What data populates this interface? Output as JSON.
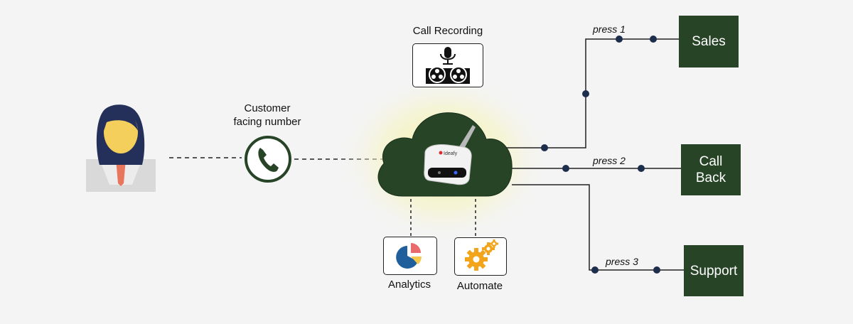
{
  "caller": {
    "label_line1": "Customer",
    "label_line2": "facing number"
  },
  "recording": {
    "label": "Call Recording"
  },
  "device": {
    "brand": "Ideafy"
  },
  "analytics": {
    "label": "Analytics"
  },
  "automate": {
    "label": "Automate"
  },
  "routes": [
    {
      "press_label": "press 1",
      "destination": "Sales"
    },
    {
      "press_label": "press 2",
      "destination_line1": "Call",
      "destination_line2": "Back"
    },
    {
      "press_label": "press 3",
      "destination": "Support"
    }
  ],
  "colors": {
    "dark_green": "#274427",
    "line": "#222222",
    "node": "#1d2d4c",
    "glow": "#f7f6b0"
  }
}
